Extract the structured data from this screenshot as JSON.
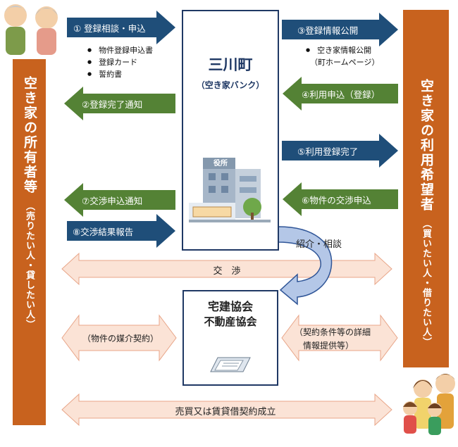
{
  "owner_box": {
    "title": "空き家の所有者等",
    "subtitle": "（売りたい人・貸したい人）"
  },
  "user_box": {
    "title": "空き家の利用希望者",
    "subtitle": "（買いたい人・借りたい人）"
  },
  "center": {
    "title": "三川町",
    "subtitle": "（空き家バンク）",
    "building_sign": "役所"
  },
  "association": {
    "line1": "宅建協会",
    "line2": "不動産協会"
  },
  "arrows": {
    "a1": "① 登録相談・申込",
    "a2": "②登録完了通知",
    "a3": "③登録情報公開",
    "a4": "④利用申込（登録）",
    "a5": "⑤利用登録完了",
    "a6": "⑥物件の交渉申込",
    "a7": "⑦交渉申込通知",
    "a8": "⑧交渉結果報告"
  },
  "docs_left": [
    "物件登録申込書",
    "登録カード",
    "誓約書"
  ],
  "docs_right": {
    "item": "空き家情報公開",
    "sub": "（町ホームページ）"
  },
  "referral": "紹介・相談",
  "pink": {
    "negotiation": "交　渉",
    "brokerage": "（物件の媒介契約）",
    "info_line1": "（契約条件等の詳細",
    "info_line2": "情報提供等）",
    "contract": "売買又は賃貸借契約成立"
  },
  "colors": {
    "blue": "#1f4e79",
    "green": "#548235",
    "orange": "#c8621e",
    "pink": "#fbe3d6",
    "pink_border": "#e8a588"
  }
}
